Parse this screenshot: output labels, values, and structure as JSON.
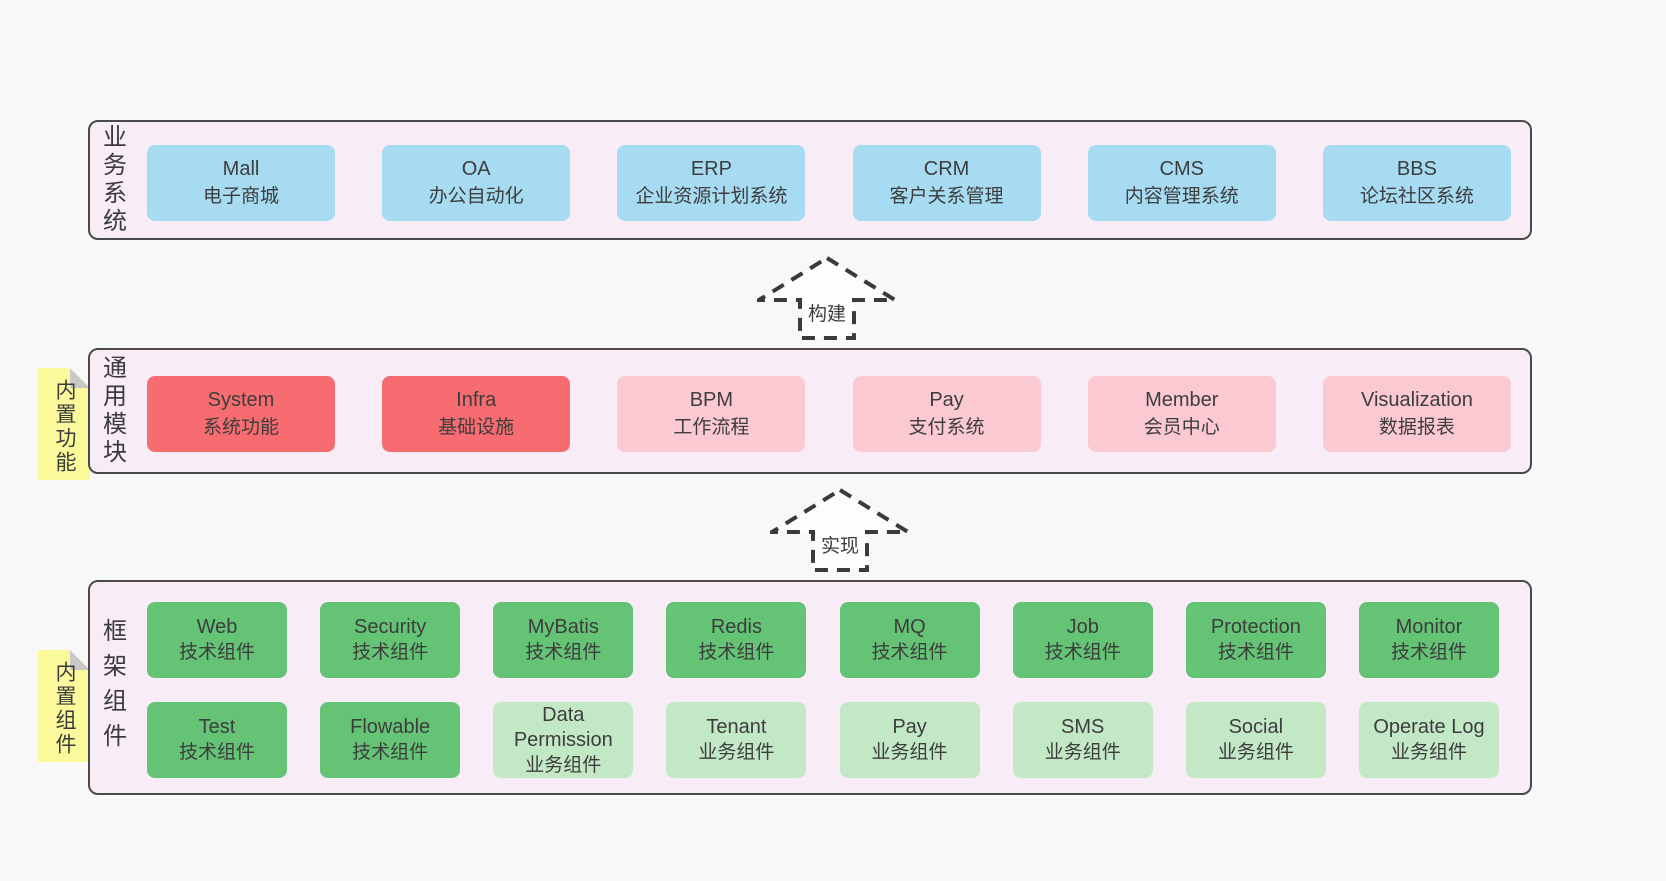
{
  "colors": {
    "page_background": "#f8f8f8",
    "container_background": "#f8edf6",
    "container_border": "#4a4a4a",
    "blue_box": "#a6dbf2",
    "red_box": "#f76c70",
    "pink_box": "#fbc9d2",
    "green_box": "#64c375",
    "light_green_box": "#c3e8c6",
    "sticky_yellow": "#fafa9d",
    "sticky_fold": "#c9c9c9",
    "text": "#3d3d3d"
  },
  "layers": [
    {
      "id": "business",
      "label": "业务系统",
      "boxes": [
        {
          "name": "Mall",
          "desc": "电子商城",
          "variant": "blue"
        },
        {
          "name": "OA",
          "desc": "办公自动化",
          "variant": "blue"
        },
        {
          "name": "ERP",
          "desc": "企业资源计划系统",
          "variant": "blue"
        },
        {
          "name": "CRM",
          "desc": "客户关系管理",
          "variant": "blue"
        },
        {
          "name": "CMS",
          "desc": "内容管理系统",
          "variant": "blue"
        },
        {
          "name": "BBS",
          "desc": "论坛社区系统",
          "variant": "blue"
        }
      ]
    },
    {
      "id": "modules",
      "label": "通用模块",
      "sticky": "内置功能",
      "boxes": [
        {
          "name": "System",
          "desc": "系统功能",
          "variant": "red"
        },
        {
          "name": "Infra",
          "desc": "基础设施",
          "variant": "red"
        },
        {
          "name": "BPM",
          "desc": "工作流程",
          "variant": "pink"
        },
        {
          "name": "Pay",
          "desc": "支付系统",
          "variant": "pink"
        },
        {
          "name": "Member",
          "desc": "会员中心",
          "variant": "pink"
        },
        {
          "name": "Visualization",
          "desc": "数据报表",
          "variant": "pink"
        }
      ]
    },
    {
      "id": "framework",
      "label": "框架组件",
      "sticky": "内置组件",
      "rows": [
        [
          {
            "name": "Web",
            "desc": "技术组件",
            "variant": "green"
          },
          {
            "name": "Security",
            "desc": "技术组件",
            "variant": "green"
          },
          {
            "name": "MyBatis",
            "desc": "技术组件",
            "variant": "green"
          },
          {
            "name": "Redis",
            "desc": "技术组件",
            "variant": "green"
          },
          {
            "name": "MQ",
            "desc": "技术组件",
            "variant": "green"
          },
          {
            "name": "Job",
            "desc": "技术组件",
            "variant": "green"
          },
          {
            "name": "Protection",
            "desc": "技术组件",
            "variant": "green"
          },
          {
            "name": "Monitor",
            "desc": "技术组件",
            "variant": "green"
          }
        ],
        [
          {
            "name": "Test",
            "desc": "技术组件",
            "variant": "green"
          },
          {
            "name": "Flowable",
            "desc": "技术组件",
            "variant": "green"
          },
          {
            "name": "Data Permission",
            "desc": "业务组件",
            "variant": "lightgreen"
          },
          {
            "name": "Tenant",
            "desc": "业务组件",
            "variant": "lightgreen"
          },
          {
            "name": "Pay",
            "desc": "业务组件",
            "variant": "lightgreen"
          },
          {
            "name": "SMS",
            "desc": "业务组件",
            "variant": "lightgreen"
          },
          {
            "name": "Social",
            "desc": "业务组件",
            "variant": "lightgreen"
          },
          {
            "name": "Operate Log",
            "desc": "业务组件",
            "variant": "lightgreen"
          }
        ]
      ]
    }
  ],
  "arrows": [
    {
      "label": "构建"
    },
    {
      "label": "实现"
    }
  ]
}
